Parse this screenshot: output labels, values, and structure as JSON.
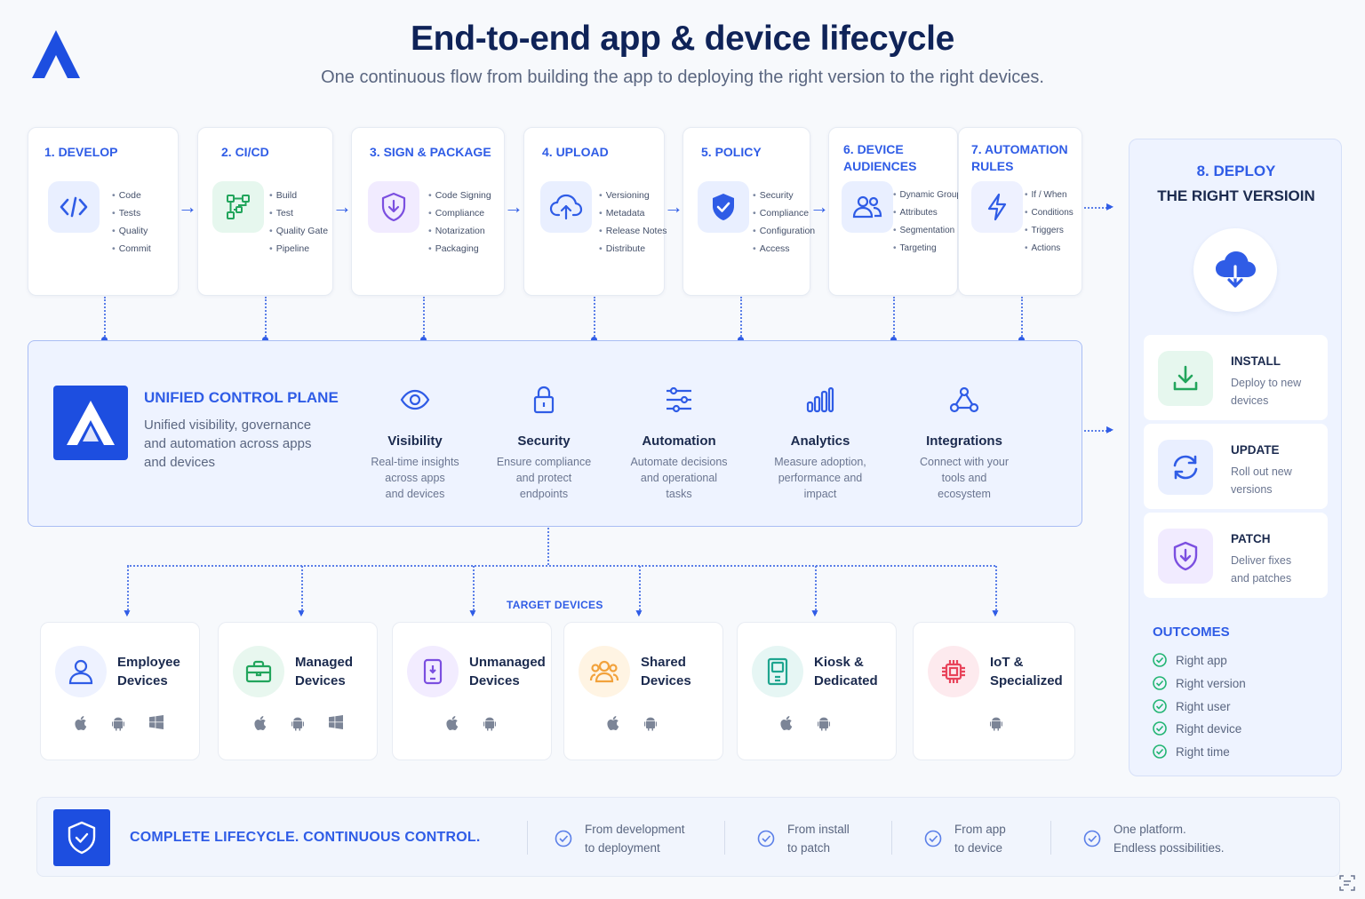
{
  "header": {
    "title": "End-to-end app & device lifecycle",
    "subtitle": "One continuous flow from building the app to deploying the right version to the right devices."
  },
  "stages": [
    {
      "title": "1. DEVELOP",
      "icon": "code-icon",
      "items": [
        "Code",
        "Tests",
        "Quality",
        "Commit"
      ]
    },
    {
      "title": "2. CI/CD",
      "icon": "pipeline-icon",
      "items": [
        "Build",
        "Test",
        "Quality Gate",
        "Pipeline"
      ]
    },
    {
      "title": "3. SIGN & PACKAGE",
      "icon": "shield-download-icon",
      "items": [
        "Code Signing",
        "Compliance",
        "Notarization",
        "Packaging"
      ]
    },
    {
      "title": "4. UPLOAD",
      "icon": "cloud-upload-icon",
      "items": [
        "Versioning",
        "Metadata",
        "Release Notes",
        "Distribute"
      ]
    },
    {
      "title": "5. POLICY",
      "icon": "shield-check-icon",
      "items": [
        "Security",
        "Compliance",
        "Configuration",
        "Access"
      ]
    },
    {
      "title_lines": [
        "6. DEVICE",
        "AUDIENCES"
      ],
      "icon": "users-icon",
      "items": [
        "Dynamic Groups",
        "Attributes",
        "Segmentation",
        "Targeting"
      ]
    },
    {
      "title_lines": [
        "7. AUTOMATION",
        "RULES"
      ],
      "icon": "lightning-icon",
      "items": [
        "If / When",
        "Conditions",
        "Triggers",
        "Actions"
      ]
    }
  ],
  "control_plane": {
    "title": "UNIFIED CONTROL PLANE",
    "description": "Unified visibility, governance and automation across apps and devices",
    "features": [
      {
        "name": "Visibility",
        "icon": "eye-icon",
        "desc": [
          "Real-time insights",
          "across apps",
          "and devices"
        ]
      },
      {
        "name": "Security",
        "icon": "lock-icon",
        "desc": [
          "Ensure compliance",
          "and protect",
          "endpoints"
        ]
      },
      {
        "name": "Automation",
        "icon": "sliders-icon",
        "desc": [
          "Automate decisions",
          "and operational",
          "tasks"
        ]
      },
      {
        "name": "Analytics",
        "icon": "bar-chart-icon",
        "desc": [
          "Measure adoption,",
          "performance and",
          "impact"
        ]
      },
      {
        "name": "Integrations",
        "icon": "webhook-icon",
        "desc": [
          "Connect with your",
          "tools and",
          "ecosystem"
        ]
      }
    ]
  },
  "target_devices": {
    "label": "TARGET DEVICES",
    "devices": [
      {
        "name_lines": [
          "Employee",
          "Devices"
        ],
        "icon": "user-icon",
        "os": [
          "apple-icon",
          "android-icon",
          "windows-icon"
        ]
      },
      {
        "name_lines": [
          "Managed",
          "Devices"
        ],
        "icon": "briefcase-icon",
        "os": [
          "apple-icon",
          "android-icon",
          "windows-icon"
        ]
      },
      {
        "name_lines": [
          "Unmanaged",
          "Devices"
        ],
        "icon": "phone-icon",
        "os": [
          "apple-icon",
          "android-icon"
        ]
      },
      {
        "name_lines": [
          "Shared",
          "Devices"
        ],
        "icon": "group-icon",
        "os": [
          "apple-icon",
          "android-icon"
        ]
      },
      {
        "name_lines": [
          "Kiosk &",
          "Dedicated"
        ],
        "icon": "kiosk-icon",
        "os": [
          "apple-icon",
          "android-icon"
        ]
      },
      {
        "name_lines": [
          "IoT &",
          "Specialized"
        ],
        "icon": "chip-icon",
        "os": [
          "android-icon"
        ]
      }
    ]
  },
  "deploy": {
    "title_line1": "8. DEPLOY",
    "title_line2": "THE RIGHT VERSIOIN",
    "actions": [
      {
        "name": "INSTALL",
        "desc": [
          "Deploy to new",
          "devices"
        ],
        "icon": "download-icon"
      },
      {
        "name": "UPDATE",
        "desc": [
          "Roll out new",
          "versions"
        ],
        "icon": "refresh-icon"
      },
      {
        "name": "PATCH",
        "desc": [
          "Deliver fixes",
          "and patches"
        ],
        "icon": "shield-patch-icon"
      }
    ],
    "outcomes_title": "OUTCOMES",
    "outcomes": [
      "Right app",
      "Right version",
      "Right user",
      "Right device",
      "Right time"
    ]
  },
  "footer": {
    "title": "COMPLETE LIFECYCLE. CONTINUOUS CONTROL.",
    "items": [
      [
        "From development",
        "to deployment"
      ],
      [
        "From install",
        "to patch"
      ],
      [
        "From app",
        "to device"
      ],
      [
        "One platform.",
        "Endless possibilities."
      ]
    ]
  },
  "colors": {
    "accent": "#2f5ce6",
    "brand": "#1d4ee0",
    "heading": "#0f2358",
    "success": "#22b573"
  }
}
